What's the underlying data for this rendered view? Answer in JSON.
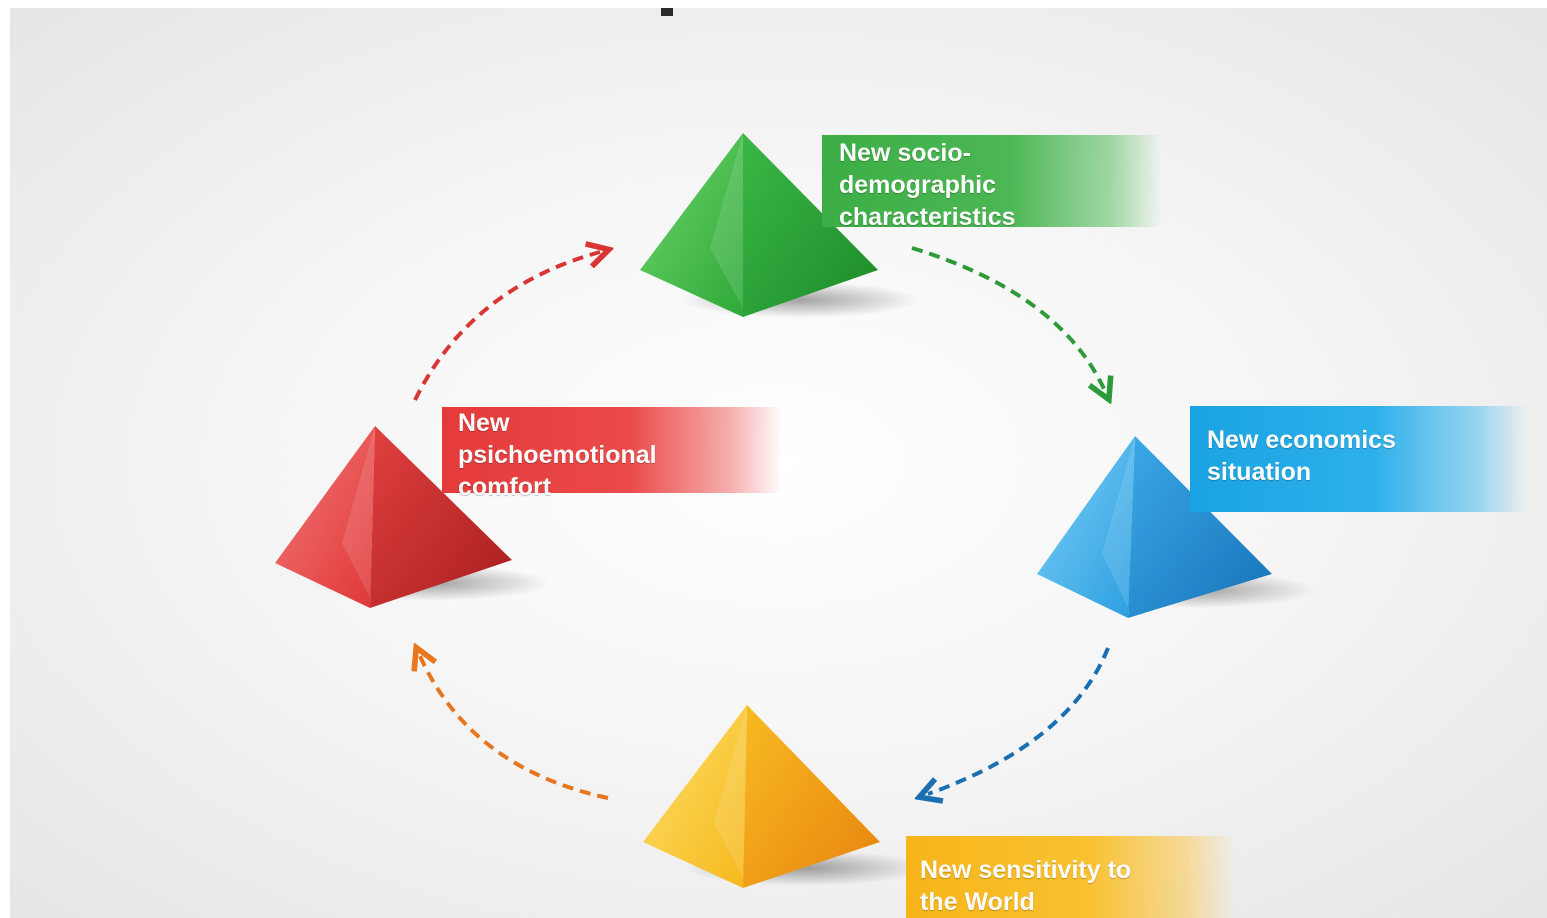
{
  "nodes": [
    {
      "id": "socio-demographic",
      "color": "green",
      "label_lines": [
        "New socio-",
        "demographic",
        "characteristics"
      ]
    },
    {
      "id": "economics",
      "color": "blue",
      "label_lines": [
        "New economics",
        "situation"
      ]
    },
    {
      "id": "sensitivity",
      "color": "yellow",
      "label_lines": [
        "New sensitivity to",
        "the World"
      ]
    },
    {
      "id": "psichoemotional",
      "color": "red",
      "label_lines": [
        "New",
        "psichoemotional",
        "comfort"
      ]
    }
  ],
  "colors": {
    "green": "#3cae45",
    "blue": "#1aa3e3",
    "yellow": "#f7b51a",
    "red": "#e53a3a",
    "orange": "#e8761f",
    "blue_dark": "#1a6fb3",
    "background": "#efefef"
  },
  "cycle_direction": "clockwise",
  "arrows": [
    {
      "from": "socio-demographic",
      "to": "economics",
      "color": "green",
      "style": "dashed"
    },
    {
      "from": "economics",
      "to": "sensitivity",
      "color": "blue",
      "style": "dashed"
    },
    {
      "from": "sensitivity",
      "to": "psichoemotional",
      "color": "orange",
      "style": "dashed"
    },
    {
      "from": "psichoemotional",
      "to": "socio-demographic",
      "color": "red",
      "style": "dashed"
    }
  ]
}
